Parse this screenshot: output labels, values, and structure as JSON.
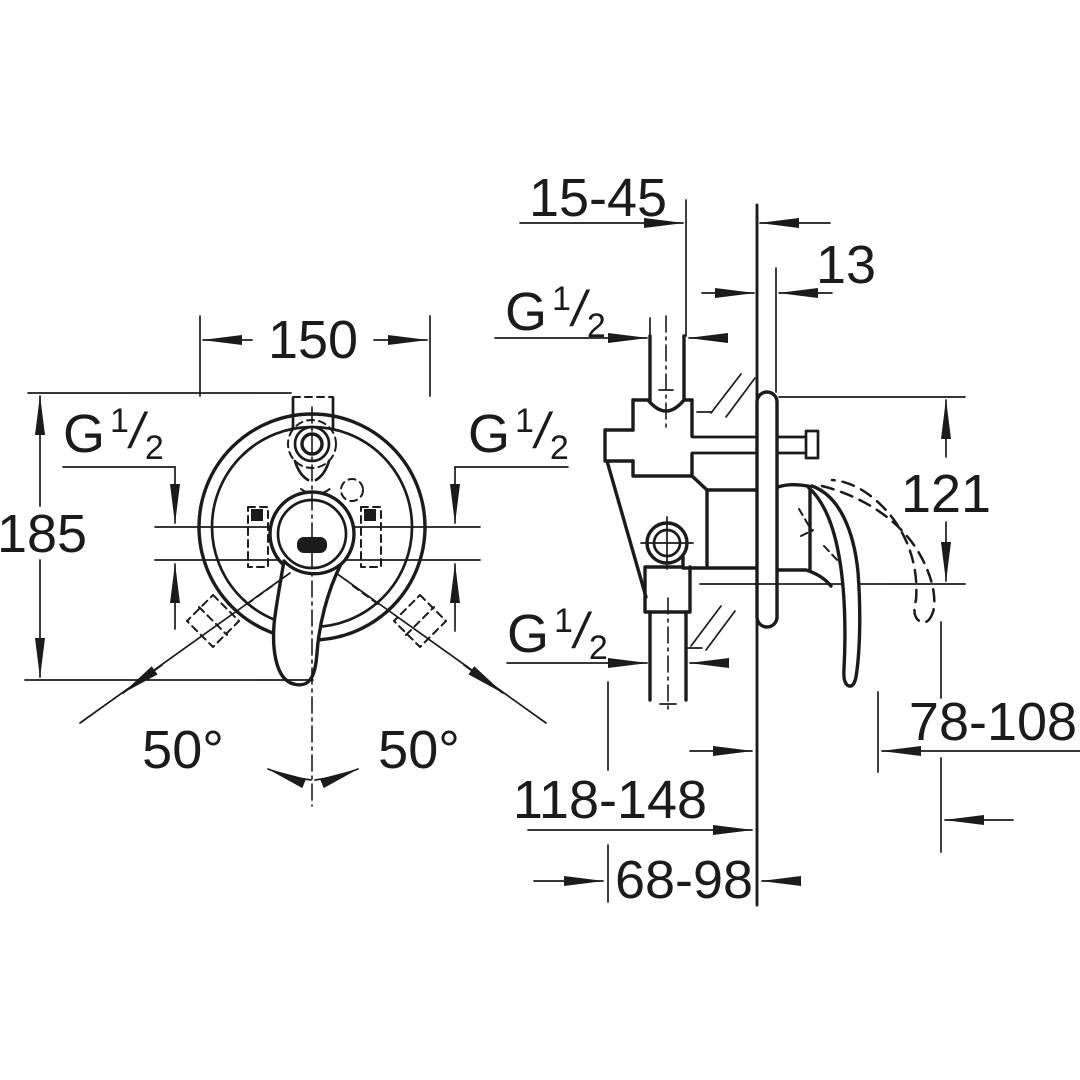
{
  "drawing": {
    "front_view": {
      "diameter": "150",
      "overall_height": "185",
      "angle_left": "50°",
      "angle_right": "50°"
    },
    "side_view": {
      "plaster_depth_range": "15-45",
      "plate_offset": "13",
      "port_center_distance": "121",
      "handle_projection_range": "78-108",
      "body_depth_range": "118-148",
      "front_depth_range": "68-98"
    },
    "thread_label": {
      "prefix": "G",
      "numerator": "1",
      "slash": "/",
      "denominator": "2"
    },
    "colors": {
      "ink": "#1b1b1b",
      "paper": "#ffffff"
    }
  }
}
